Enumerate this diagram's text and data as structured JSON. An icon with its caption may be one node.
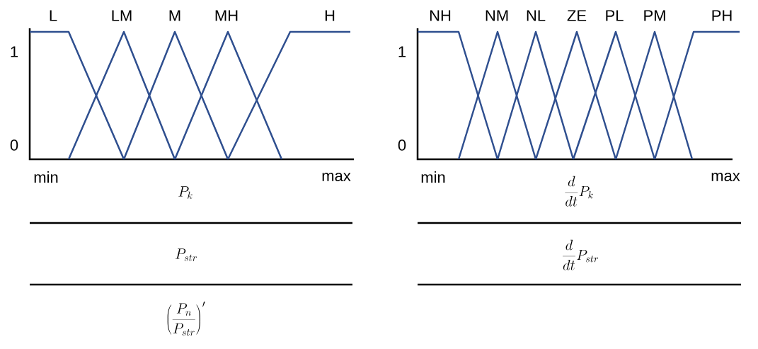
{
  "diagram": {
    "labels": [
      "L",
      "LM",
      "M",
      "MH",
      "H",
      "1",
      "0",
      "min",
      "max",
      "P_k",
      "P_{str}",
      "\\left(\\frac{P_n}{P_{str}}\\right)'",
      "NH",
      "NM",
      "NL",
      "ZE",
      "PL",
      "PM",
      "PH",
      "1",
      "0",
      "min",
      "max",
      "\\frac{d}{dt}P_k",
      "\\frac{d}{dt}P_{str}"
    ]
  }
}
